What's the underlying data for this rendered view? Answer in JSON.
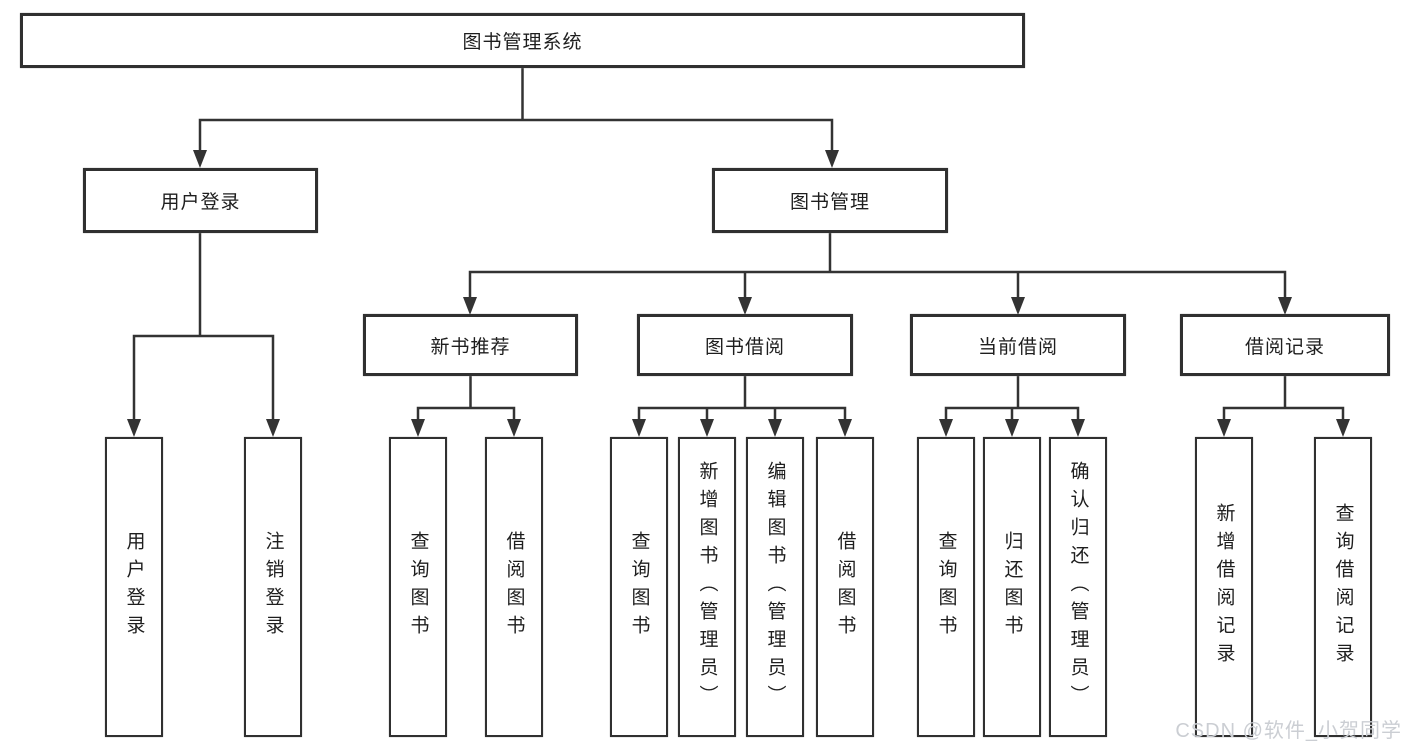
{
  "tree": {
    "root": "图书管理系统",
    "user_branch": {
      "label": "用户登录",
      "children": [
        "用户登录",
        "注销登录"
      ]
    },
    "book_branch": {
      "label": "图书管理",
      "children": [
        {
          "label": "新书推荐",
          "children": [
            "查询图书",
            "借阅图书"
          ]
        },
        {
          "label": "图书借阅",
          "children": [
            "查询图书",
            "新增图书（管理员）",
            "编辑图书（管理员）",
            "借阅图书"
          ]
        },
        {
          "label": "当前借阅",
          "children": [
            "查询图书",
            "归还图书",
            "确认归还（管理员）"
          ]
        },
        {
          "label": "借阅记录",
          "children": [
            "新增借阅记录",
            "查询借阅记录"
          ]
        }
      ]
    }
  },
  "watermark": "CSDN @软件_小贺同学",
  "colors": {
    "line": "#333333",
    "box_border": "#303030",
    "text": "#1e1e1e",
    "watermark": "#cbced3",
    "background": "#ffffff"
  }
}
